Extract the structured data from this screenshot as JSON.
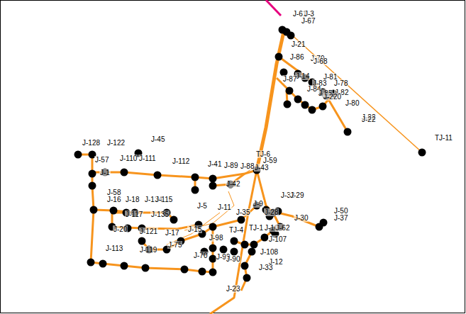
{
  "diagram": {
    "labels": [
      "J-61",
      "J-3",
      "J-67",
      "J-21",
      "J-86",
      "J-79",
      "J-68",
      "J-14",
      "J-81",
      "J-87",
      "J-83",
      "J-84",
      "J-78",
      "J-85",
      "J-82",
      "J-220",
      "J-80",
      "J-22",
      "J-22",
      "TJ-11",
      "J-128",
      "J-122",
      "J-45",
      "J-57",
      "J-110",
      "J-111",
      "J-112",
      "J-41",
      "J-89",
      "J-88",
      "TJ-6",
      "J-59",
      "J-43",
      "J-1",
      "J-42",
      "J-58",
      "J-16",
      "J-18",
      "J-134",
      "J-115",
      "J-5",
      "J-11",
      "J-35",
      "J-9",
      "J-32",
      "J-29",
      "J-28",
      "J-30",
      "J-50",
      "J-37",
      "J-117",
      "J-135",
      "J-15",
      "J-20",
      "J-121",
      "J-17",
      "J-75",
      "TJ-4",
      "TJ-1",
      "J-10",
      "J-62",
      "J-107",
      "J-98",
      "J-108",
      "J-12",
      "J-33",
      "J-23",
      "J-113",
      "J-119",
      "J-70",
      "J-99",
      "J-90"
    ]
  }
}
